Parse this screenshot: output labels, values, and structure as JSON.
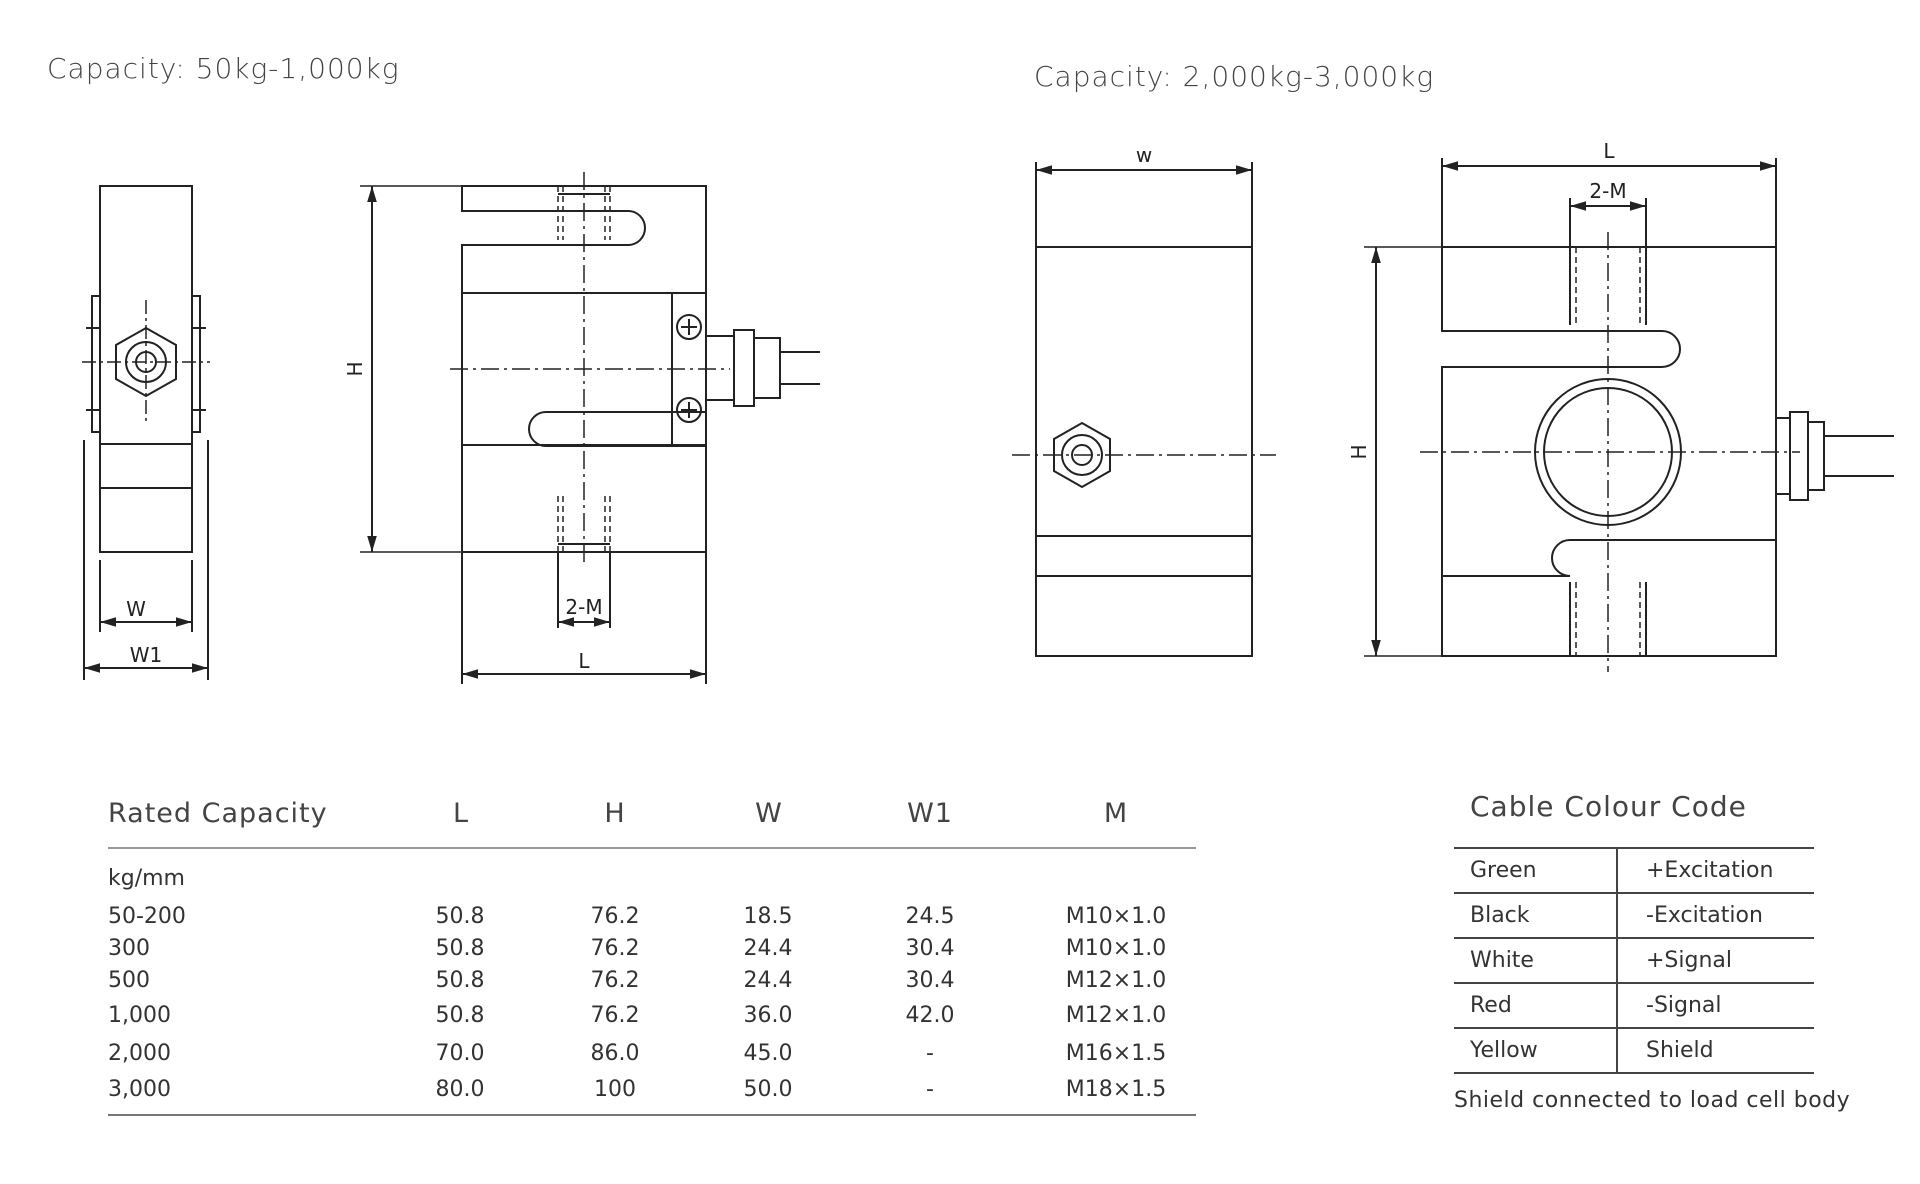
{
  "small_model": {
    "title": "Capacity: 50kg-1,000kg"
  },
  "large_model": {
    "title": "Capacity: 2,000kg-3,000kg"
  },
  "labels": {
    "W": "W",
    "W1": "W1",
    "H": "H",
    "L": "L",
    "M": "2-M",
    "w": "w"
  },
  "spec_table": {
    "headers": [
      "Rated Capacity",
      "L",
      "H",
      "W",
      "W1",
      "M"
    ],
    "units": "kg/mm",
    "rows": [
      [
        "50-200",
        "50.8",
        "76.2",
        "18.5",
        "24.5",
        "M10×1.0"
      ],
      [
        "300",
        "50.8",
        "76.2",
        "24.4",
        "30.4",
        "M10×1.0"
      ],
      [
        "500",
        "50.8",
        "76.2",
        "24.4",
        "30.4",
        "M12×1.0"
      ],
      [
        "1,000",
        "50.8",
        "76.2",
        "36.0",
        "42.0",
        "M12×1.0"
      ],
      [
        "2,000",
        "70.0",
        "86.0",
        "45.0",
        "-",
        "M16×1.5"
      ],
      [
        "3,000",
        "80.0",
        "100",
        "50.0",
        "-",
        "M18×1.5"
      ]
    ]
  },
  "cable_colour_code": {
    "title": "Cable Colour Code",
    "rows": [
      [
        "Green",
        "+Excitation"
      ],
      [
        "Black",
        "-Excitation"
      ],
      [
        "White",
        "+Signal"
      ],
      [
        "Red",
        "-Signal"
      ],
      [
        "Yellow",
        "Shield"
      ]
    ],
    "note": "Shield connected to load cell body"
  }
}
